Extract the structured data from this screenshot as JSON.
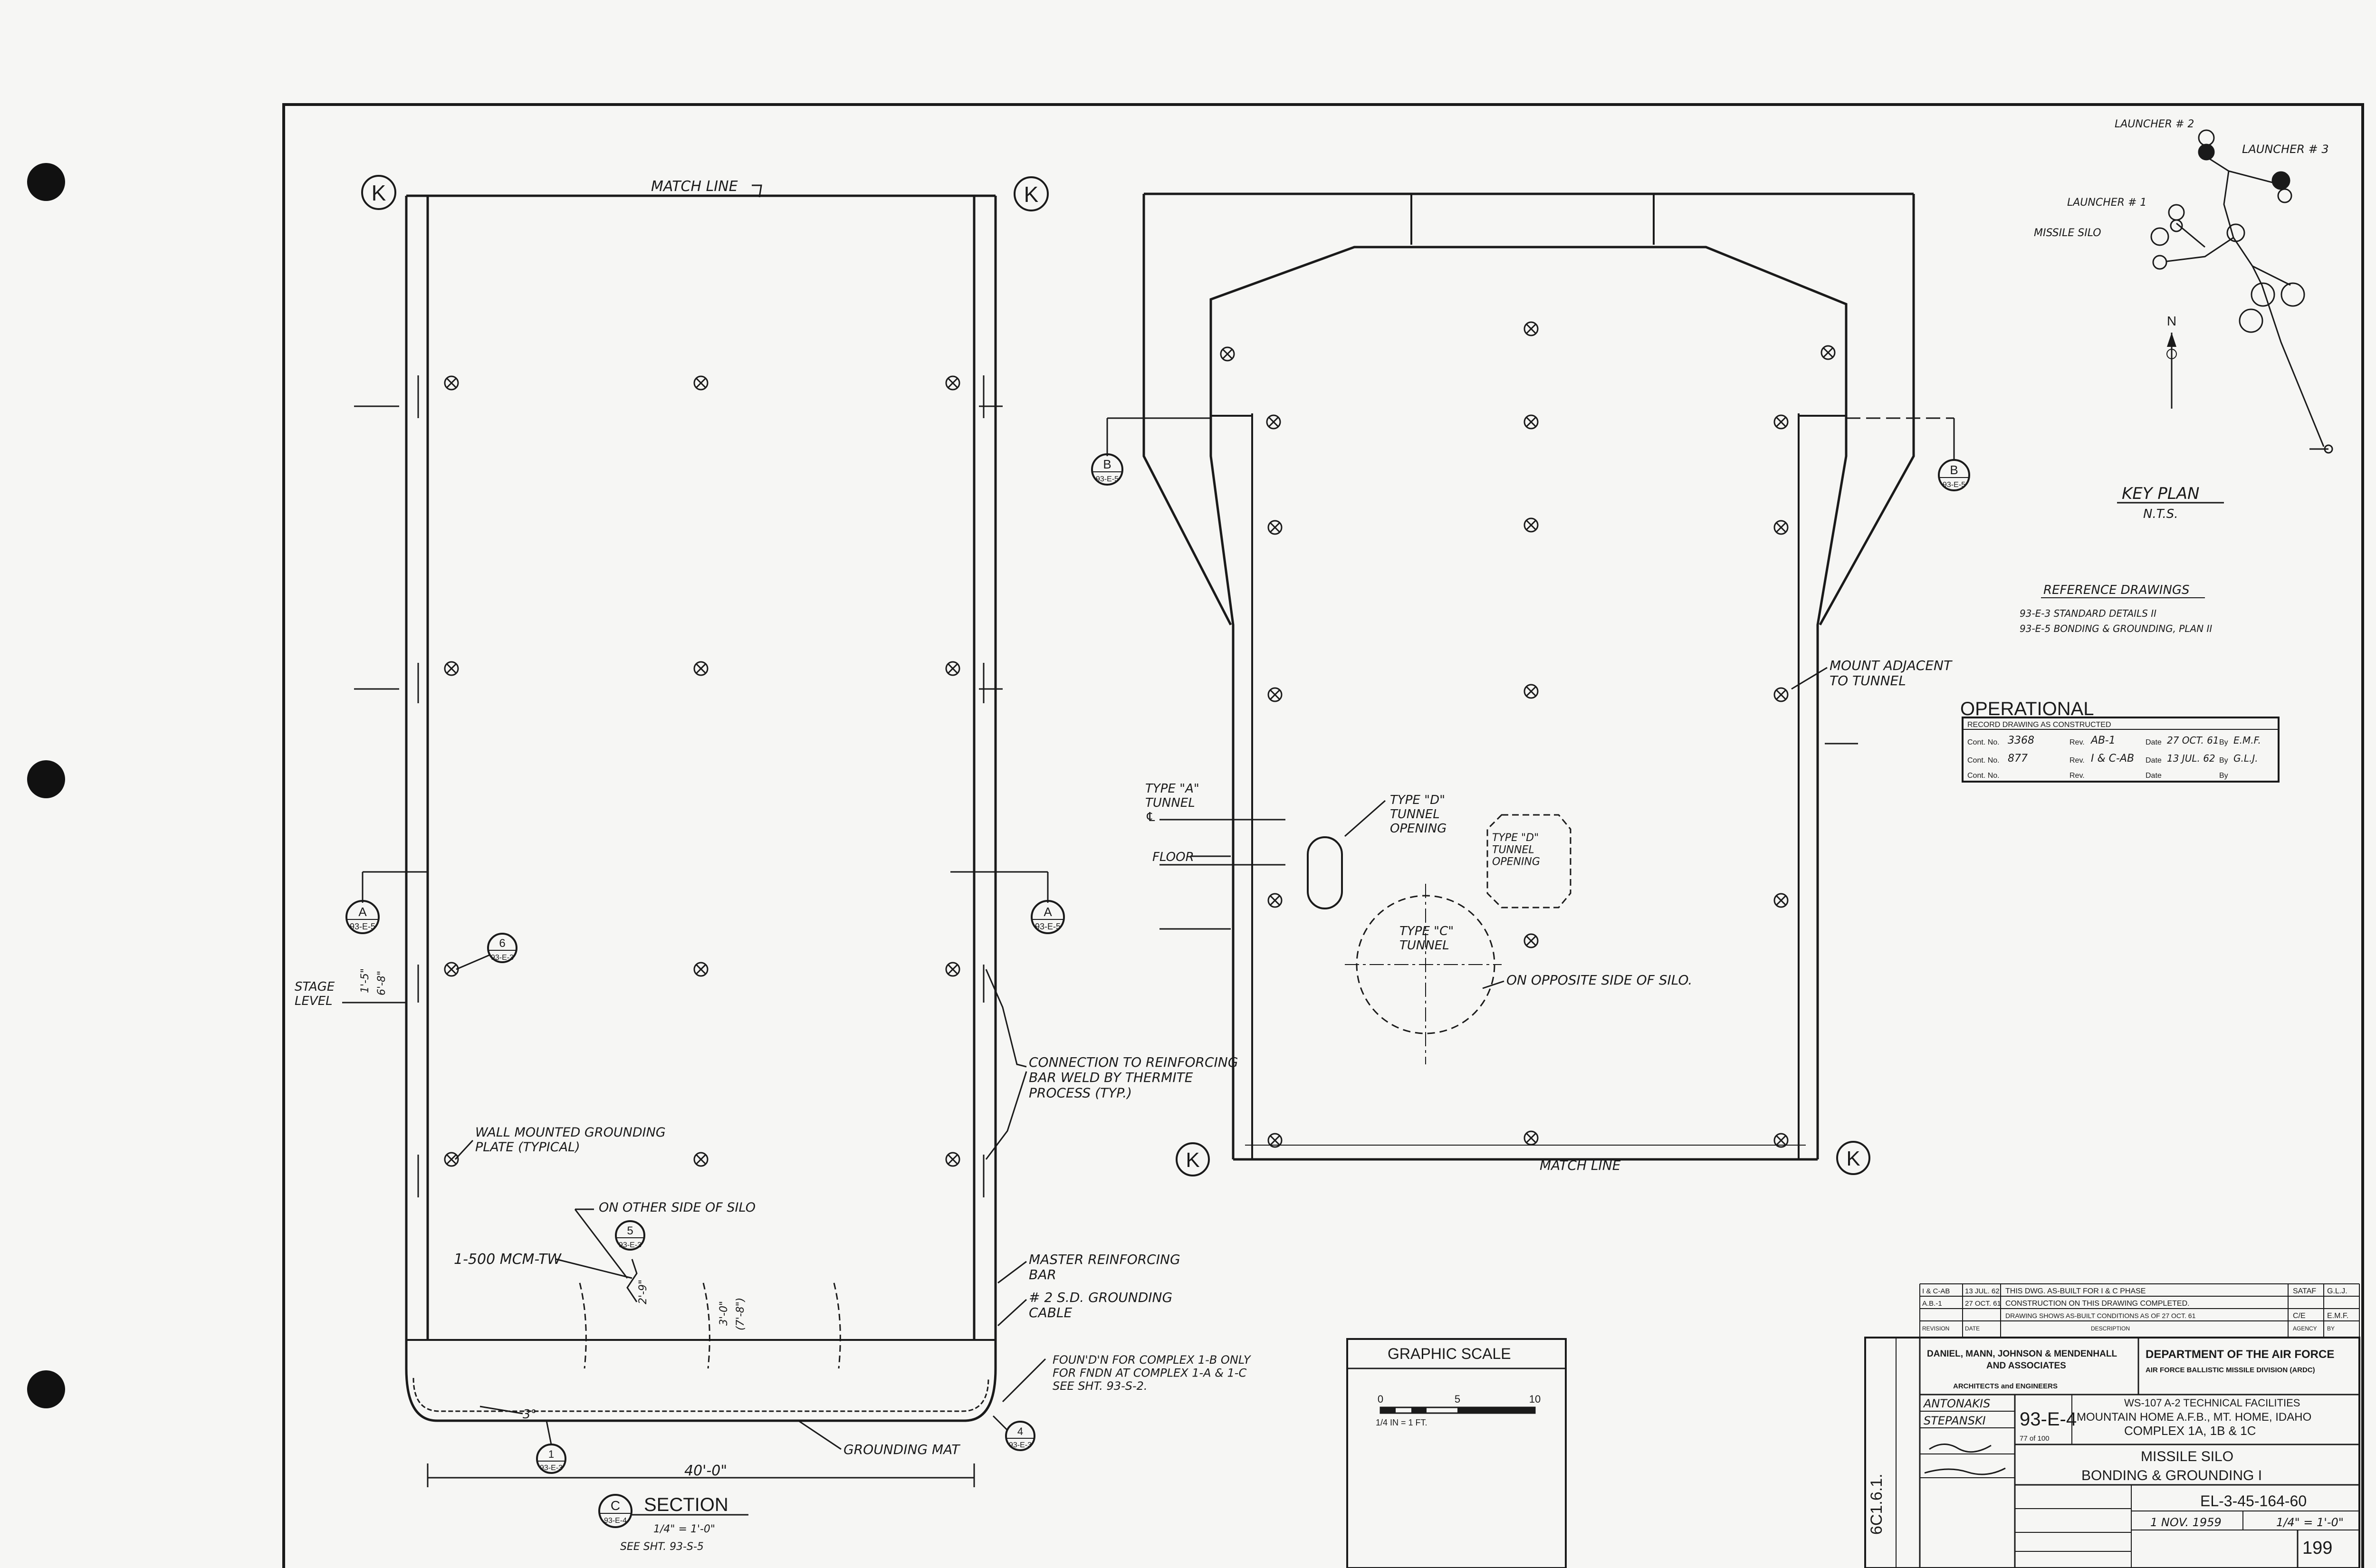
{
  "section_view": {
    "match_line": "MATCH LINE",
    "grid_label": "K",
    "sec_a_letter": "A",
    "sec_a_sheet": "93-E-5",
    "detail6_num": "6",
    "detail6_sheet": "93-E-3",
    "stage_level": "STAGE\nLEVEL",
    "dim_stage_1": "1'-5\"",
    "dim_stage_2": "6'-8\"",
    "wall_plate": "WALL MOUNTED GROUNDING\nPLATE (TYPICAL)",
    "other_side": "ON OTHER SIDE OF SILO",
    "detail5_num": "5",
    "detail5_sheet": "93-E-3",
    "cable_500": "1-500 MCM-TW",
    "dim_2_9": "2'-9\"",
    "dim_3_0": "3'-0\"",
    "dim_7_8": "(7'-8\")",
    "connection": "CONNECTION TO REINFORCING\nBAR WELD BY THERMITE\nPROCESS (TYP.)",
    "master_bar": "MASTER REINFORCING\nBAR",
    "grounding_cable": "# 2 S.D. GROUNDING\nCABLE",
    "foundation_note": "FOUN'D'N FOR COMPLEX 1-B ONLY\nFOR FNDN AT COMPLEX 1-A & 1-C\nSEE SHT. 93-S-2.",
    "angle": "3°",
    "detail1_num": "1",
    "detail1_sheet": "93-E-3",
    "detail4_num": "4",
    "detail4_sheet": "93-E-3",
    "grounding_mat": "GROUNDING MAT",
    "width_dim": "40'-0\"",
    "sec_c_letter": "C",
    "sec_c_sheet": "93-E-4",
    "section_title": "SECTION",
    "section_scale": "1/4\" = 1'-0\"",
    "section_see": "SEE SHT. 93-S-5"
  },
  "plan_view": {
    "grid_label": "K",
    "sec_b_letter": "B",
    "sec_b_sheet": "93-E-5",
    "match_line": "MATCH LINE",
    "type_a_tunnel": "TYPE \"A\"\nTUNNEL\n℄",
    "floor": "FLOOR",
    "type_d_opening": "TYPE \"D\"\nTUNNEL\nOPENING",
    "type_d_opening2": "TYPE \"D\"\nTUNNEL\nOPENING",
    "type_c_tunnel": "TYPE \"C\"\nTUNNEL",
    "opposite_side": "ON OPPOSITE SIDE OF SILO.",
    "mount_adjacent": "MOUNT ADJACENT\nTO TUNNEL"
  },
  "key_plan": {
    "launcher2": "LAUNCHER # 2",
    "launcher3": "LAUNCHER # 3",
    "launcher1": "LAUNCHER # 1",
    "missile_silo": "MISSILE SILO",
    "north": "N",
    "title": "KEY PLAN",
    "nts": "N.T.S."
  },
  "reference": {
    "title": "REFERENCE DRAWINGS",
    "line1": "93-E-3 STANDARD DETAILS II",
    "line2": "93-E-5 BONDING & GROUNDING, PLAN II"
  },
  "operational": {
    "title": "OPERATIONAL",
    "subtitle": "RECORD DRAWING AS CONSTRUCTED",
    "r1_label": "Cont. No.",
    "r1_cont": "3368",
    "r1_rev_label": "Rev.",
    "r1_rev": "AB-1",
    "r1_date_label": "Date",
    "r1_date": "27 OCT. 61",
    "r1_by_label": "By",
    "r1_by": "E.M.F.",
    "r2_label": "Cont. No.",
    "r2_cont": "877",
    "r2_rev_label": "Rev.",
    "r2_rev": "I & C-AB",
    "r2_date_label": "Date",
    "r2_date": "13 JUL. 62",
    "r2_by_label": "By",
    "r2_by": "G.L.J.",
    "r3_label": "Cont. No.",
    "r3_rev_label": "Rev.",
    "r3_date_label": "Date",
    "r3_by_label": "By"
  },
  "graphic_scale": {
    "title": "GRAPHIC SCALE",
    "tick0": "0",
    "tick5": "5",
    "tick10": "10",
    "ratio": "1/4 IN = 1 FT."
  },
  "title_block": {
    "rev1_mark": "I & C-AB",
    "rev1_date": "13 JUL. 62",
    "rev1_desc": "THIS DWG. AS-BUILT FOR I & C PHASE",
    "rev1_agency": "SATAF",
    "rev1_by": "G.L.J.",
    "rev2_mark": "A.B.-1",
    "rev2_date": "27 OCT. 61",
    "rev2_desc": "CONSTRUCTION ON THIS DRAWING COMPLETED.",
    "rev2_desc2": "DRAWING SHOWS AS-BUILT CONDITIONS AS OF 27 OCT. 61",
    "rev2_agency": "C/E",
    "rev2_by": "E.M.F.",
    "hdr_revision": "REVISION",
    "hdr_date": "DATE",
    "hdr_description": "DESCRIPTION",
    "hdr_agency": "AGENCY",
    "hdr_by": "BY",
    "firm1": "DANIEL, MANN, JOHNSON & MENDENHALL",
    "firm2": "AND ASSOCIATES",
    "firm3": "ARCHITECTS and ENGINEERS",
    "dept1": "DEPARTMENT OF THE AIR FORCE",
    "dept2": "AIR FORCE BALLISTIC MISSILE DIVISION (ARDC)",
    "sig1": "ANTONAKIS",
    "sig2": "STEPANSKI",
    "sheet_no": "93-E-4",
    "sheet_of": "77 of 100",
    "project1": "WS-107 A-2 TECHNICAL FACILITIES",
    "project2": "MOUNTAIN HOME A.F.B., MT. HOME, IDAHO",
    "project3": "COMPLEX 1A, 1B & 1C",
    "dwg_title1": "MISSILE SILO",
    "dwg_title2": "BONDING & GROUNDING I",
    "spec_no": "EL-3-45-164-60",
    "date": "1 NOV. 1959",
    "scale": "1/4\" = 1'-0\"",
    "page": "199",
    "side_code": "6C1.6.1."
  }
}
